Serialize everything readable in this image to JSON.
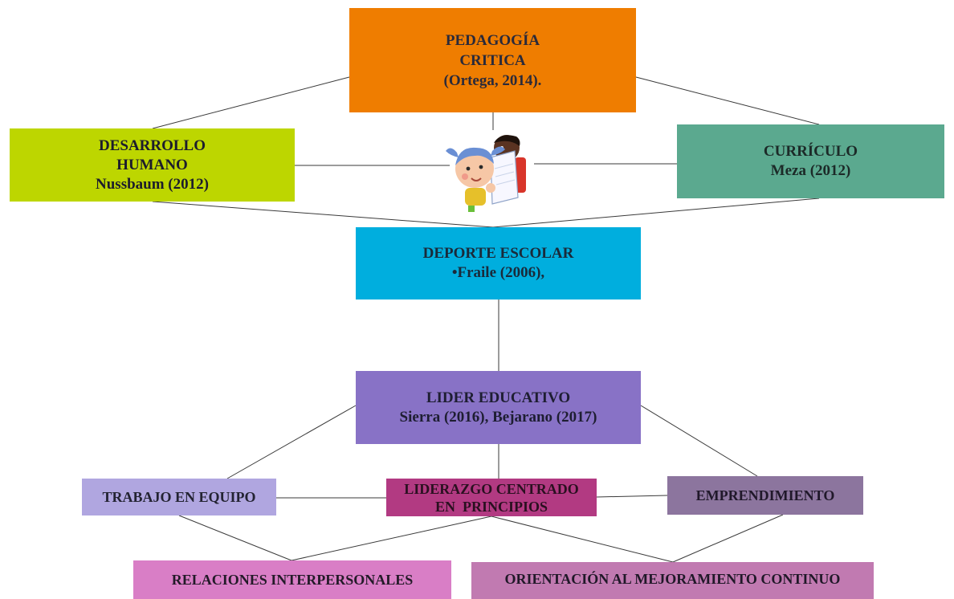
{
  "diagram": {
    "nodes": {
      "pedagogia": {
        "lines": [
          "PEDAGOGÍA",
          "CRITICA",
          "(Ortega, 2014)."
        ],
        "color": "#ef7d00"
      },
      "desarrollo": {
        "lines": [
          "DESARROLLO",
          "HUMANO",
          "Nussbaum (2012)"
        ],
        "color": "#bdd600"
      },
      "curriculo": {
        "lines": [
          "CURRÍCULO",
          "Meza (2012)"
        ],
        "color": "#5ba98f"
      },
      "deporte": {
        "lines": [
          "DEPORTE ESCOLAR",
          "•Fraile (2006),"
        ],
        "color": "#00aede"
      },
      "lider": {
        "lines": [
          "LIDER EDUCATIVO",
          "Sierra (2016), Bejarano (2017)"
        ],
        "color": "#8872c6"
      },
      "trabajo": {
        "lines": [
          "TRABAJO EN EQUIPO"
        ],
        "color": "#b0a6e0"
      },
      "liderazgo": {
        "lines": [
          "LIDERAZGO CENTRADO",
          "EN  PRINCIPIOS"
        ],
        "color": "#b23a82"
      },
      "emprendimiento": {
        "lines": [
          "EMPRENDIMIENTO"
        ],
        "color": "#8c759e"
      },
      "relaciones": {
        "lines": [
          "RELACIONES INTERPERSONALES"
        ],
        "color": "#d97ec6"
      },
      "orientacion": {
        "lines": [
          "ORIENTACIÓN AL MEJORAMIENTO CONTINUO"
        ],
        "color": "#c17ab1"
      }
    },
    "connections": [
      [
        "pedagogia",
        "desarrollo"
      ],
      [
        "pedagogia",
        "curriculo"
      ],
      [
        "pedagogia",
        "center-illustration"
      ],
      [
        "desarrollo",
        "center-illustration"
      ],
      [
        "curriculo",
        "center-illustration"
      ],
      [
        "desarrollo",
        "deporte"
      ],
      [
        "curriculo",
        "deporte"
      ],
      [
        "deporte",
        "lider"
      ],
      [
        "lider",
        "trabajo"
      ],
      [
        "lider",
        "liderazgo"
      ],
      [
        "lider",
        "emprendimiento"
      ],
      [
        "trabajo",
        "liderazgo"
      ],
      [
        "liderazgo",
        "emprendimiento"
      ],
      [
        "trabajo",
        "relaciones"
      ],
      [
        "liderazgo",
        "relaciones"
      ],
      [
        "liderazgo",
        "orientacion"
      ],
      [
        "emprendimiento",
        "orientacion"
      ]
    ],
    "illustration": {
      "icon": "children-reading-icon"
    }
  }
}
